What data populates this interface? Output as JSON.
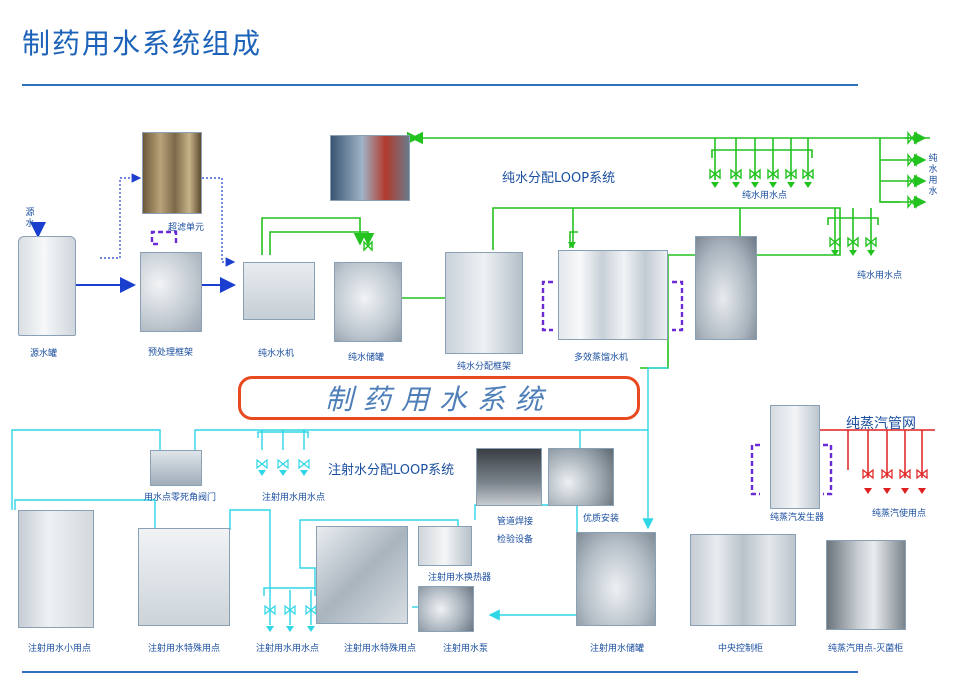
{
  "title": "制药用水系统组成",
  "banner": "制药用水系统",
  "labels": {
    "source_water": "源水",
    "ultrafiltration": "超滤单元",
    "source_tank": "源水罐",
    "pretreatment": "预处理框架",
    "pure_water_machine": "纯水水机",
    "pure_water_storage": "纯水储罐",
    "pure_water_dist_frame": "纯水分配框架",
    "multi_effect_still": "多效蒸馏水机",
    "pure_loop": "纯水分配LOOP系统",
    "pure_points_top": "纯水用水点",
    "pure_points_right": "纯水用水点",
    "pure_water_vertical": "纯水用水",
    "pure_steam_net": "纯蒸汽管网",
    "pure_steam_generator": "纯蒸汽发生器",
    "pure_steam_points": "纯蒸汽使用点",
    "wfi_loop": "注射水分配LOOP系统",
    "zero_dead_leg_valve": "用水点零死角阀门",
    "wfi_points_top": "注射用水用水点",
    "pipe_weld_inspection_1": "管道焊接",
    "pipe_weld_inspection_2": "检验设备",
    "quality_install": "优质安装",
    "wfi_heat_exchanger": "注射用水换热器",
    "wfi_small_point": "注射用水小用点",
    "wfi_special_point_1": "注射用水特殊用点",
    "wfi_points_bottom": "注射用水用水点",
    "wfi_special_point_2": "注射用水特殊用点",
    "wfi_pump": "注射用水泵",
    "wfi_storage": "注射用水储罐",
    "central_control": "中央控制柜",
    "steam_point_sterilizer": "纯蒸汽用点-灭菌柜"
  },
  "colors": {
    "accent": "#1b62b8",
    "blue_line": "#1a3fcf",
    "green_line": "#22c21f",
    "cyan_line": "#2fd6e6",
    "red_line": "#e02020",
    "purple": "#6a2bd6",
    "banner_border": "#e8491f"
  }
}
